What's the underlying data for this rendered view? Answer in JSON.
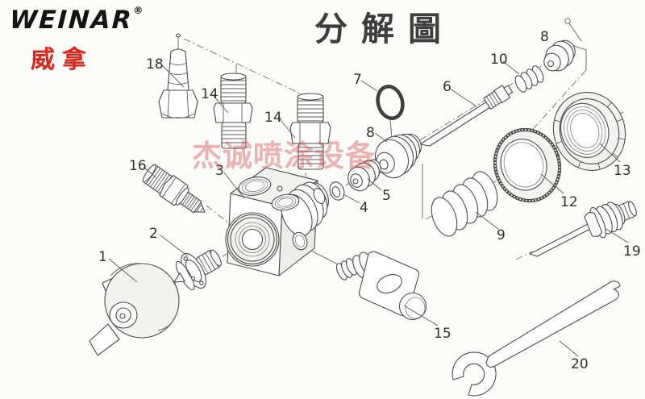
{
  "logo": {
    "brand": "WEINAR",
    "registered_mark": "®",
    "chinese": "威拿"
  },
  "title": "分解圖",
  "watermark": "杰诚喷涂设备",
  "colors": {
    "brand_black": "#141414",
    "brand_red": "#dd2619",
    "watermark_red": "#cf4f4c",
    "title_ink": "#3e3e3e",
    "line_ink": "#4b4b4b"
  },
  "parts": [
    {
      "label": "18"
    },
    {
      "label": "14"
    },
    {
      "label": "14"
    },
    {
      "label": "16"
    },
    {
      "label": "3"
    },
    {
      "label": "2"
    },
    {
      "label": "1"
    },
    {
      "label": "7"
    },
    {
      "label": "8"
    },
    {
      "label": "5"
    },
    {
      "label": "4"
    },
    {
      "label": "6"
    },
    {
      "label": "10"
    },
    {
      "label": "8"
    },
    {
      "label": "13"
    },
    {
      "label": "12"
    },
    {
      "label": "9"
    },
    {
      "label": "19"
    },
    {
      "label": "15"
    },
    {
      "label": "20"
    }
  ]
}
